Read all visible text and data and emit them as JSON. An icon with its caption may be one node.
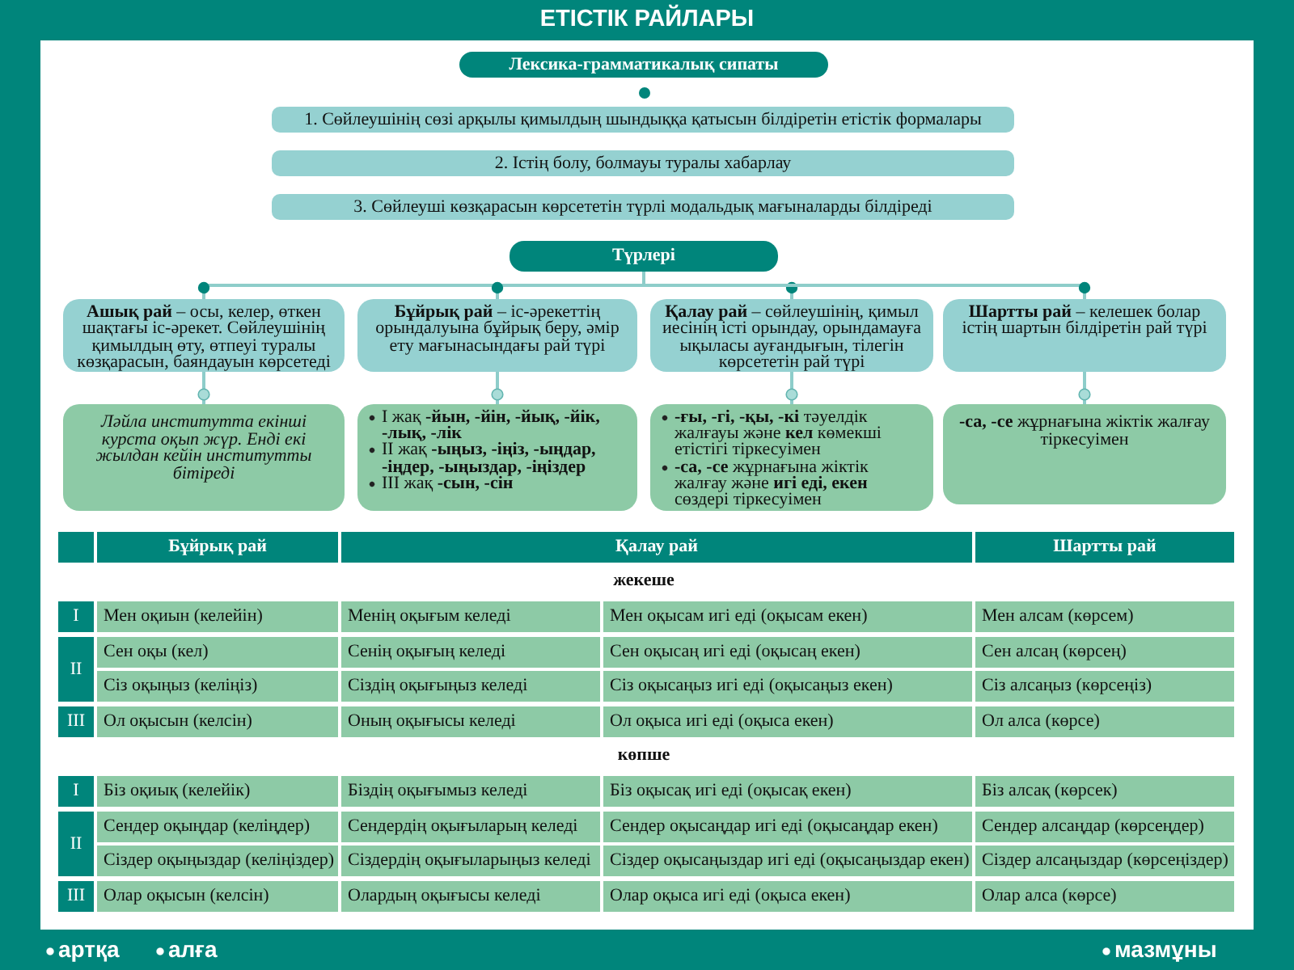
{
  "diagram": {
    "title": "ЕТІСТІК РАЙЛАРЫ",
    "nodes": [
      {
        "text": [
          "Лексика-грамматикалық сипаты"
        ]
      },
      {
        "text": [
          "1. Сөйлеушінің сөзі арқылы қимылдың шындыққа қатысын білдіретін етістік формалары"
        ]
      },
      {
        "text": [
          "2. Істің болу, болмауы туралы хабарлау"
        ]
      },
      {
        "text": [
          "3. Сөйлеуші көзқарасын көрсететін түрлі модальдық мағыналарды білдіреді"
        ]
      },
      {
        "text": [
          "Түрлері"
        ]
      },
      {
        "text": [
          "**Ашық рай** – осы, келер, өткен шақтағы іс-әрекет. Сөйлеушінің қимылдың өту, өтпеуі туралы көзқарасын, баяндауын көрсетеді"
        ]
      },
      {
        "text": [
          "**Бұйрық рай** – іс-әрекеттің орындалуына бұйрық беру, әмір ету мағынасындағы рай түрі"
        ]
      },
      {
        "text": [
          "**Қалау рай** – сөйлеушінің, қимыл иесінің істі орындау, орындамауға ықыласы ауғандығын, тілегін көрсететін рай түрі"
        ]
      },
      {
        "text": [
          "**Шартты рай** – келешек болар істің шартын білдіретін рай түрі"
        ]
      },
      {
        "text": [
          "Ләйла институтта екінші курста оқып жүр. Енді екі жылдан кейін институтты бітіреді"
        ]
      },
      {
        "text": [
          "I жақ **-йын, -йін, -йық, -йік, -лық, -лік**",
          "II жақ **-ыңыз, -іңіз, -ыңдар, -іңдер, -ыңыздар, -іңіздер**",
          "III жақ **-сын, -сін**"
        ]
      },
      {
        "text": [
          "**-ғы, -гі, -қы, -кі** тәуелдік жалғауы және **кел** көмекші етістігі тіркесуімен",
          "**-са, -се** жұрнағына жіктік жалғау және **игі еді, екен** сөздері тіркесуімен"
        ]
      },
      {
        "text": [
          "**-са, -се** жұрнағына жіктік жалғау тіркесуімен"
        ]
      }
    ],
    "edges": [
      {
        "from": 4,
        "to": 5,
        "arrow": "other"
      },
      {
        "from": 4,
        "to": 6,
        "arrow": "other"
      },
      {
        "from": 4,
        "to": 7,
        "arrow": "other"
      },
      {
        "from": 4,
        "to": 8,
        "arrow": "other"
      },
      {
        "from": 5,
        "to": 9,
        "arrow": "other"
      },
      {
        "from": 6,
        "to": 10,
        "arrow": "other"
      },
      {
        "from": 7,
        "to": 11,
        "arrow": "other"
      },
      {
        "from": 8,
        "to": 12,
        "arrow": "other"
      }
    ],
    "labels": [
      "Бұйрық рай",
      "Қалау рай",
      "Шартты рай",
      "жекеше",
      "I",
      "Мен оқиын (келейін)",
      "Менің оқығым келеді",
      "Мен оқысам игі еді (оқысам екен)",
      "Мен алсам (көрсем)",
      "II",
      "Сен оқы (кел)",
      "Сенің оқығың келеді",
      "Сен оқысаң игі еді (оқысаң екен)",
      "Сен алсаң (көрсең)",
      "Сіз оқыңыз (келіңіз)",
      "Сіздің оқығыңыз келеді",
      "Сіз оқысаңыз игі еді (оқысаңыз екен)",
      "Сіз алсаңыз (көрсеңіз)",
      "III",
      "Ол оқысын (келсін)",
      "Оның оқығысы келеді",
      "Ол оқыса игі еді (оқыса екен)",
      "Ол алса (көрсе)",
      "көпше",
      "I",
      "Біз оқиық (келейік)",
      "Біздің оқығымыз келеді",
      "Біз оқысақ игі еді (оқысақ екен)",
      "Біз алсақ (көрсек)",
      "II",
      "Сендер оқыңдар (келіңдер)",
      "Сендердің оқығыларың келеді",
      "Сендер оқысаңдар игі еді (оқысаңдар екен)",
      "Сендер алсаңдар (көрсеңдер)",
      "Сіздер оқыңыздар (келіңіздер)",
      "Сіздердің оқығыларыңыз келеді",
      "Сіздер оқысаңыздар игі еді (оқысаңыздар екен)",
      "Сіздер алсаңыздар (көрсеңіздер)",
      "III",
      "Олар оқысын (келсін)",
      "Олардың оқығысы келеді",
      "Олар оқыса игі еді (оқыса екен)",
      "Олар алса (көрсе)",
      "артқа",
      "алға",
      "мазмұны"
    ]
  }
}
